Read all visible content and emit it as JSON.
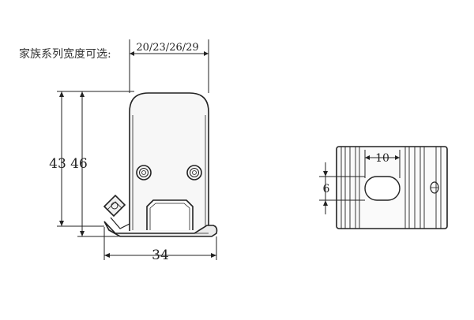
{
  "note": {
    "label": "家族系列宽度可选:",
    "widths": "20/23/26/29"
  },
  "side_view": {
    "dim_height_inner": "43",
    "dim_height_outer": "46",
    "dim_width": "34"
  },
  "bottom_view": {
    "dim_slot_length": "10",
    "dim_slot_width": "6"
  },
  "colors": {
    "line": "#222222",
    "fill_body": "#f4f4f4",
    "fill_dark": "#d8d8d8"
  }
}
